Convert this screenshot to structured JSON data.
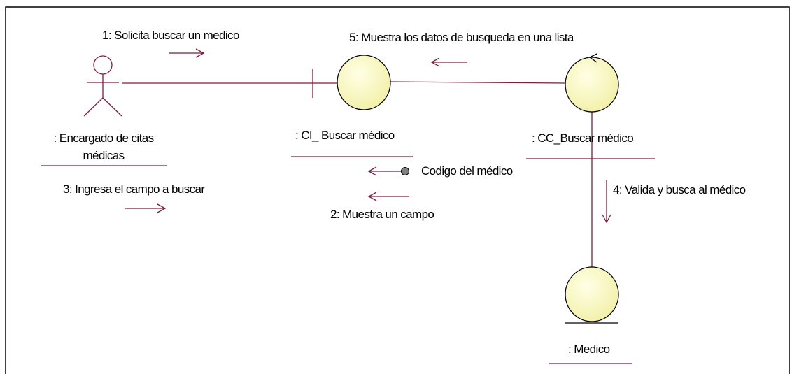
{
  "diagram": {
    "actor": {
      "name_line1": ": Encargado de citas",
      "name_line2": "médicas"
    },
    "objects": {
      "boundary": ": CI_ Buscar médico",
      "control": ": CC_Buscar médico",
      "entity": ": Medico"
    },
    "messages": {
      "m1": "1: Solicita buscar un medico",
      "m2": "2: Muestra un campo",
      "m3": "3: Ingresa el campo a buscar",
      "m4": "4: Valida y busca al médico",
      "m5": "5: Muestra los datos de busqueda en una lista",
      "data_flow": "Codigo del médico"
    },
    "colors": {
      "line": "#7a1f3a",
      "object_fill": "#ffffc0",
      "object_stroke": "#000000",
      "frame": "#000000",
      "data_dot": "#808080"
    }
  }
}
